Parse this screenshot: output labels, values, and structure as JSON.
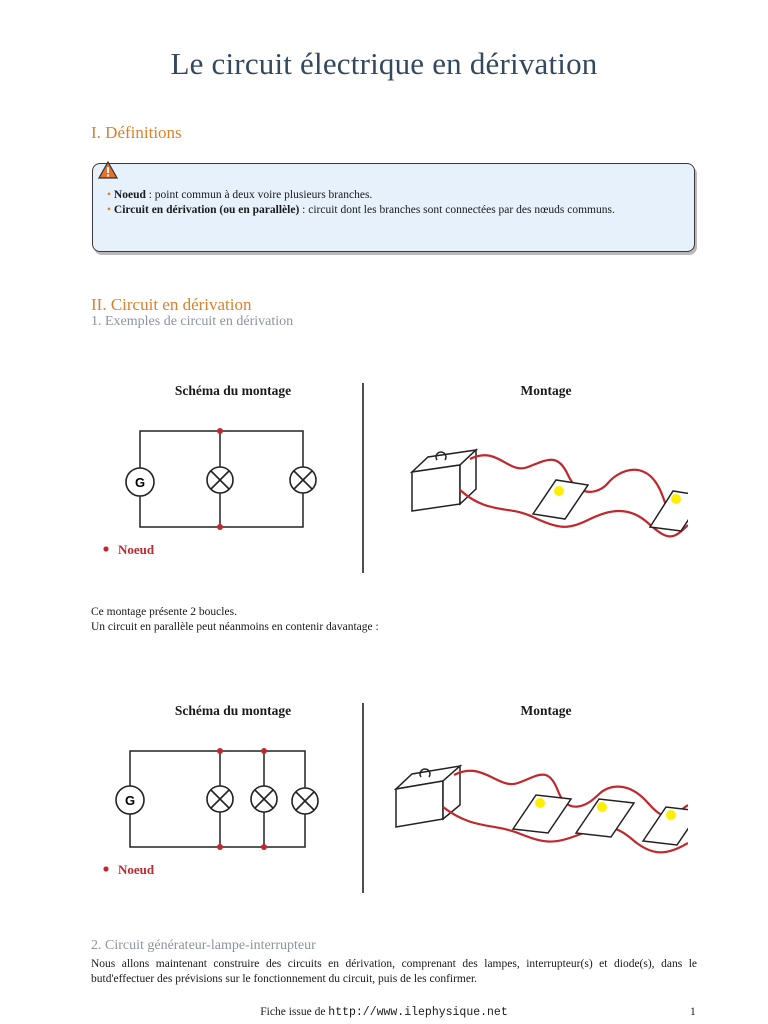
{
  "title": "Le circuit électrique en dérivation",
  "sections": {
    "definitions": {
      "heading": "I. Définitions",
      "items": [
        {
          "term": "Noeud",
          "text": " : point commun à deux voire plusieurs branches."
        },
        {
          "term": "Circuit en dérivation (ou en parallèle)",
          "text": " : circuit dont les branches sont connectées par des nœuds communs."
        }
      ]
    },
    "circuit": {
      "heading": "II. Circuit en dérivation",
      "sub1": "1. Exemples de circuit en dérivation",
      "sub2": "2. Circuit générateur-lampe-interrupteur"
    }
  },
  "figure1": {
    "schema_title": "Schéma du montage",
    "montage_title": "Montage",
    "generator_label": "G",
    "node_legend": "Noeud"
  },
  "paragraph1": {
    "line1": "Ce montage présente 2 boucles.",
    "line2": "Un circuit en parallèle peut néanmoins en contenir davantage :"
  },
  "figure2": {
    "schema_title": "Schéma du montage",
    "montage_title": "Montage",
    "generator_label": "G",
    "node_legend": "Noeud"
  },
  "paragraph2": "Nous allons maintenant construire des circuits en dérivation, comprenant des lampes, interrupteur(s) et diode(s), dans le butd'effectuer des prévisions sur le fonctionnement du circuit, puis de les confirmer.",
  "footer": {
    "prefix": "Fiche issue de ",
    "url": "http://www.ilephysique.net",
    "page": "1"
  },
  "colors": {
    "title": "#34495e",
    "heading": "#d9822b",
    "subheading": "#8a94a0",
    "node": "#c0282d",
    "box_fill": "#e7f1fb",
    "wire_red": "#c0282d",
    "bulb": "#ffee00"
  },
  "icons": [
    "warning-icon",
    "node-dot-icon"
  ]
}
